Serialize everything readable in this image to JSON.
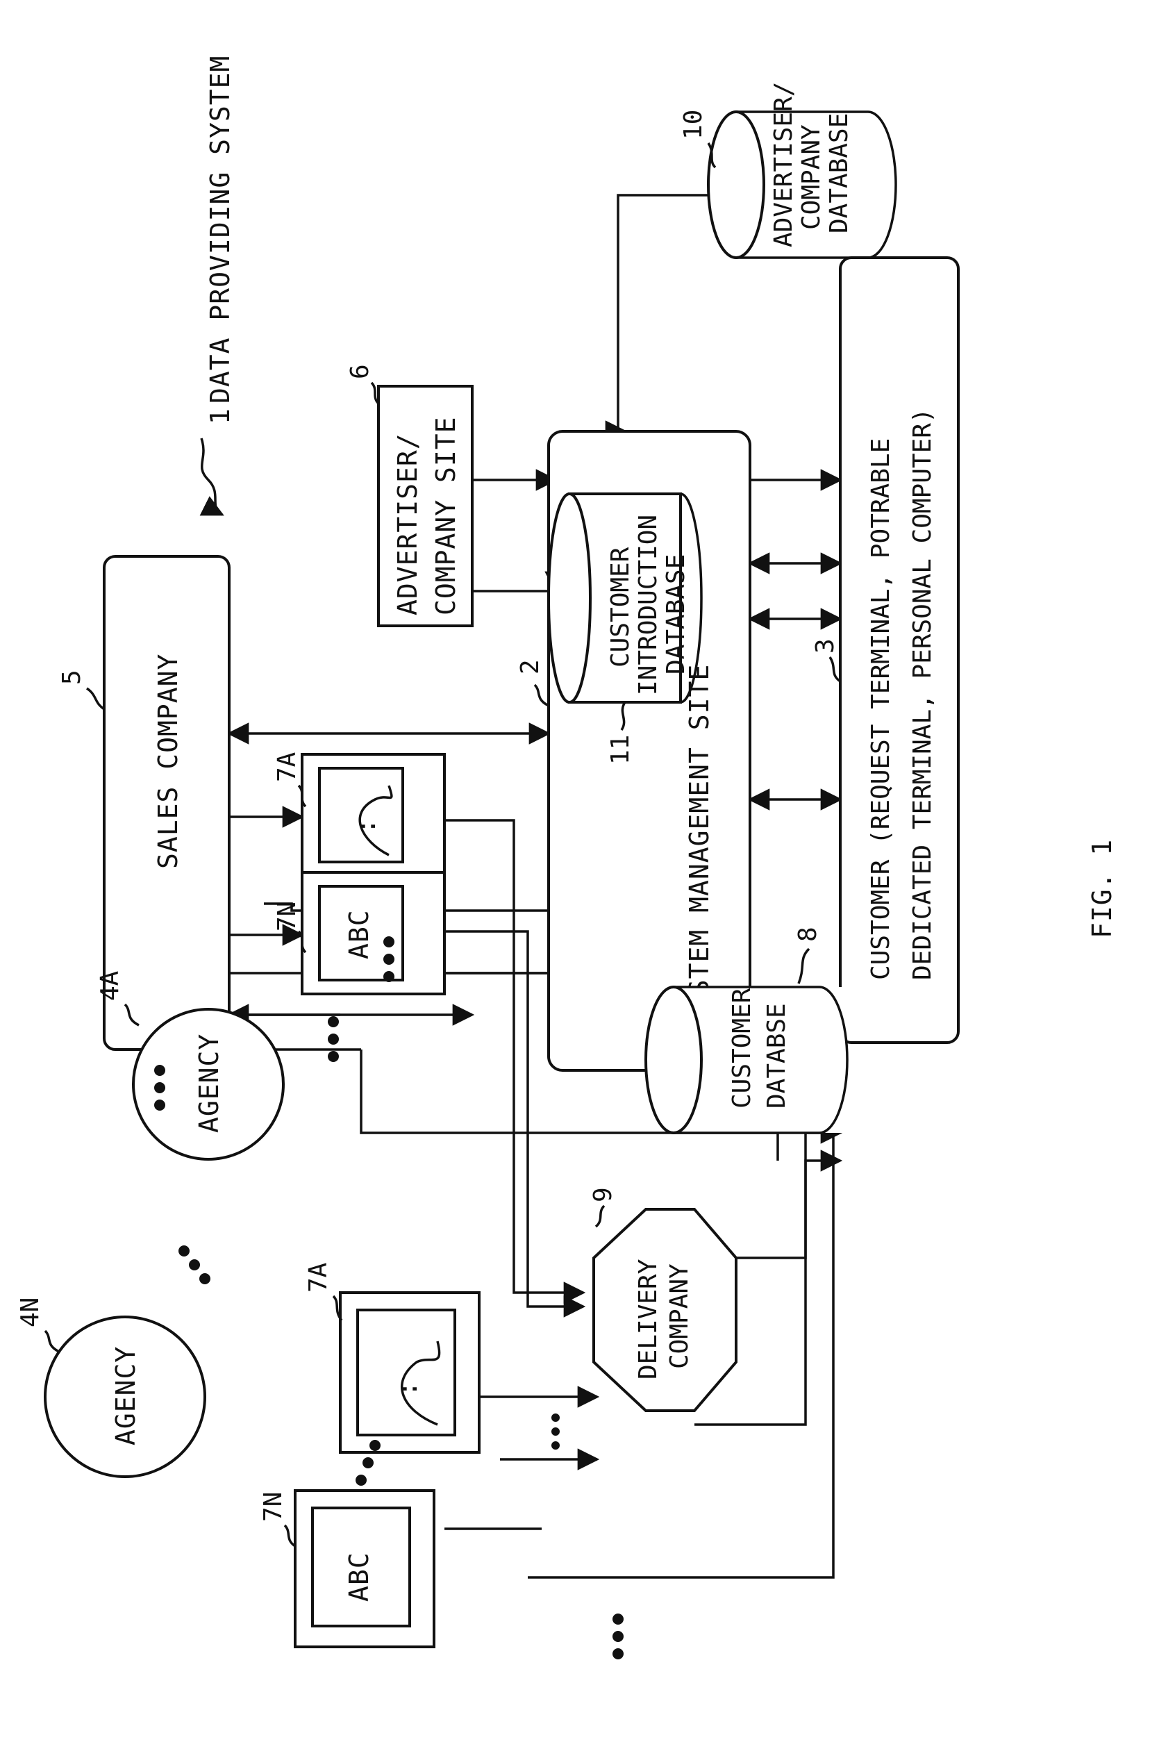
{
  "figure_label": "FIG. 1",
  "system": {
    "ref": "1",
    "label": "DATA PROVIDING SYSTEM"
  },
  "nodes": {
    "sales_company": {
      "ref": "5",
      "label": "SALES COMPANY"
    },
    "system_management_site": {
      "ref": "2",
      "label": "SYSTEM MANAGEMENT SITE"
    },
    "customer_introduction_db": {
      "ref": "11",
      "line1": "CUSTOMER",
      "line2": "INTRODUCTION",
      "line3": "DATABASE"
    },
    "advertiser_site": {
      "ref": "6",
      "line1": "ADVERTISER/",
      "line2": "COMPANY SITE"
    },
    "advertiser_db": {
      "ref": "10",
      "line1": "ADVERTISER/",
      "line2": "COMPANY",
      "line3": "DATABASE"
    },
    "customer_terminal": {
      "ref": "3",
      "line1": "CUSTOMER (REQUEST TERMINAL, POTRABLE",
      "line2": "DEDICATED TERMINAL, PERSONAL COMPUTER)"
    },
    "customer_db": {
      "ref": "8",
      "line1": "CUSTOMER",
      "line2": "DATABSE"
    },
    "delivery_company": {
      "ref": "9",
      "line1": "DELIVERY",
      "line2": "COMPANY"
    },
    "agency_a": {
      "ref": "4A",
      "label": "AGENCY"
    },
    "agency_n": {
      "ref": "4N",
      "label": "AGENCY"
    },
    "device_7a_top": {
      "ref": "7A"
    },
    "device_7n_top": {
      "ref": "7N",
      "screen": "ABC"
    },
    "device_7a_bottom": {
      "ref": "7A"
    },
    "device_7n_bottom": {
      "ref": "7N",
      "screen": "ABC"
    }
  }
}
